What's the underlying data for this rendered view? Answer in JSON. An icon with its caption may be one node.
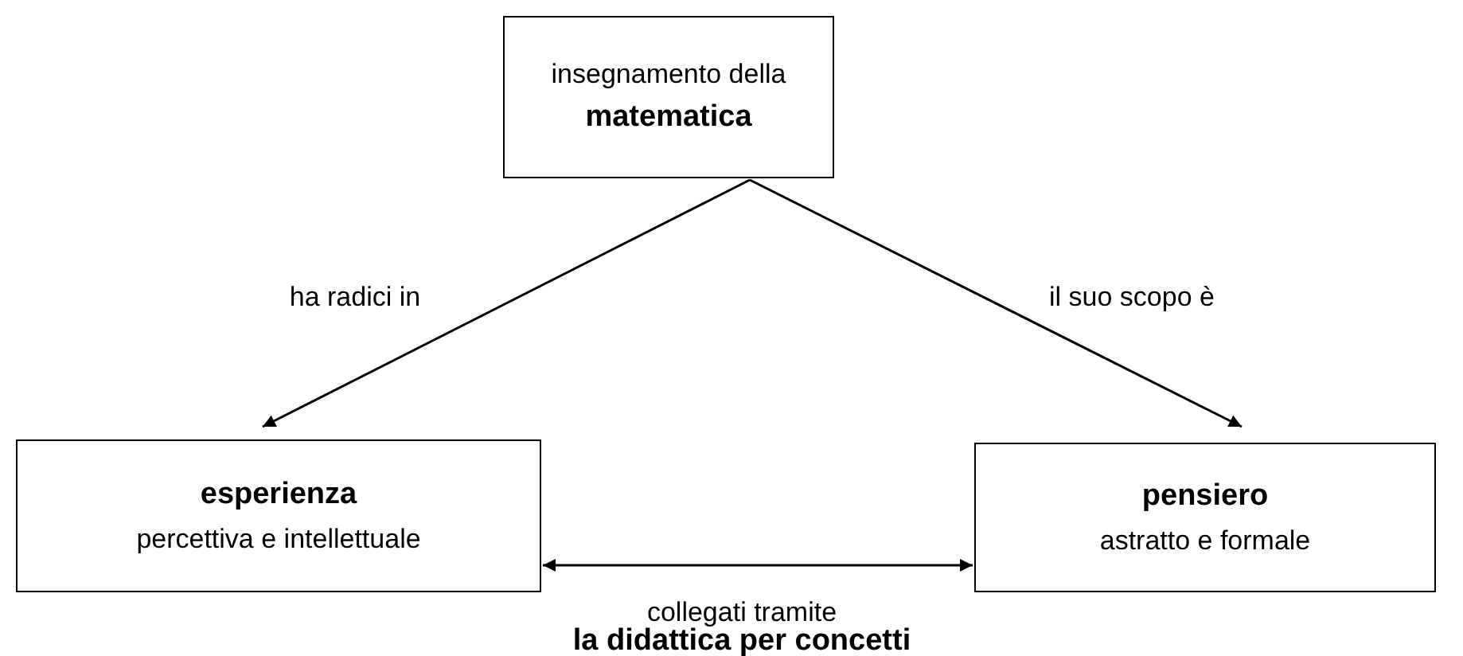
{
  "diagram": {
    "nodes": [
      {
        "text": [
          "insegnamento della",
          "matematica"
        ]
      },
      {
        "text": [
          "esperienza",
          "percettiva e intellettuale"
        ]
      },
      {
        "text": [
          "pensiero",
          "astratto e formale"
        ]
      }
    ],
    "edges": [
      {
        "from": 0,
        "to": 1,
        "arrow": "to",
        "label": "ha radici in"
      },
      {
        "from": 0,
        "to": 2,
        "arrow": "to",
        "label": "il suo scopo è"
      },
      {
        "from": 1,
        "to": 2,
        "arrow": "both",
        "label": "collegati tramite"
      }
    ],
    "labels": [
      "la didattica per concetti"
    ]
  }
}
